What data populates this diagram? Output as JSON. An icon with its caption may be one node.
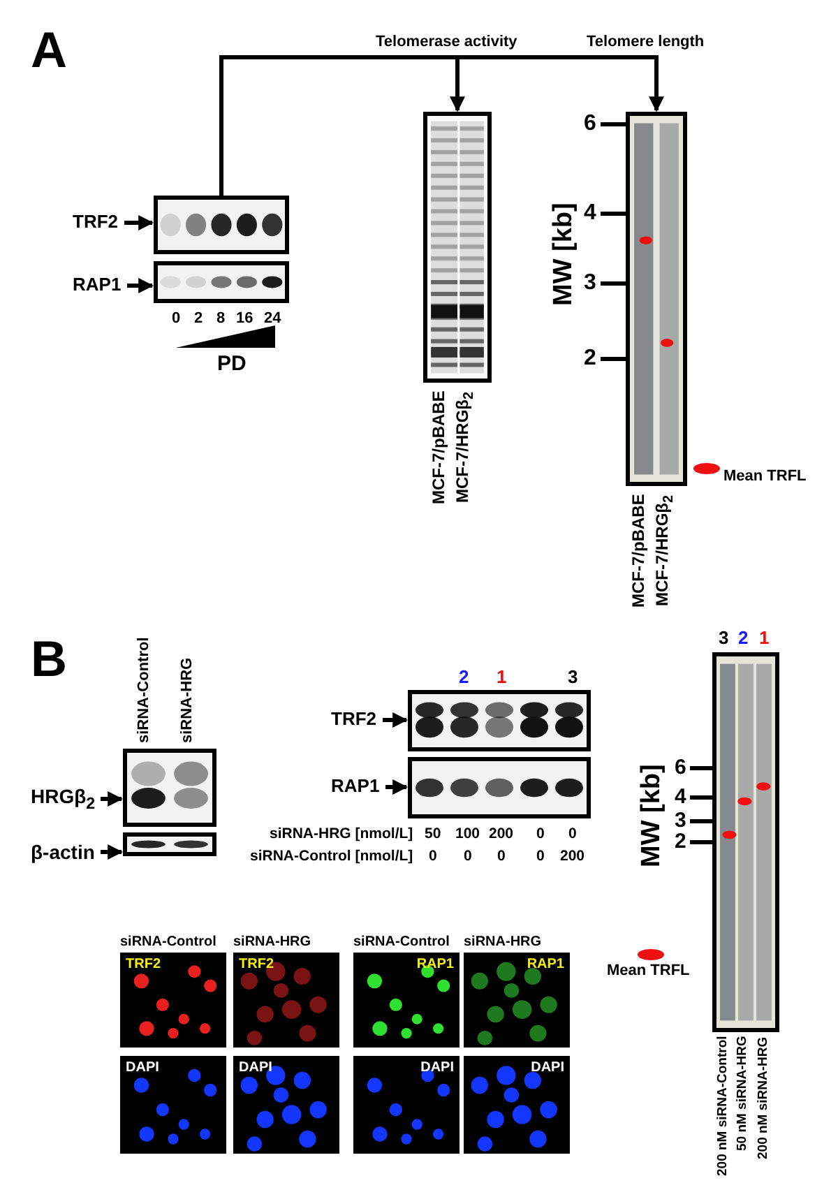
{
  "diagram": {
    "nodes": [
      {
        "text": [],
        "shape": "picture"
      },
      {
        "text": [],
        "shape": "picture",
        "beside": [
          "0",
          "2",
          "8",
          "16",
          "24"
        ]
      },
      {
        "text": [],
        "shape": "picture",
        "beside": [
          "MCF-7/pBABE",
          "MCF-7/HRGβ$_{2}$"
        ]
      },
      {
        "text": [],
        "shape": "picture",
        "beside": [
          "MCF-7/pBABE",
          "MCF-7/HRGβ$_{2}$"
        ]
      },
      {
        "text": [
          "TRF2"
        ]
      },
      {
        "text": [
          "RAP1"
        ]
      },
      {
        "text": [],
        "shape": "picture",
        "beside": [
          "siRNA-Control",
          "siRNA-HRG"
        ]
      },
      {
        "text": [],
        "shape": "picture"
      },
      {
        "text": [
          "HRGβ$_{2}$"
        ]
      },
      {
        "text": [
          "β-actin"
        ]
      },
      {
        "text": [],
        "shape": "picture",
        "beside": [
          "2",
          "1",
          "3"
        ]
      },
      {
        "text": [],
        "shape": "picture"
      },
      {
        "text": [
          "TRF2"
        ]
      },
      {
        "text": [
          "RAP1"
        ]
      },
      {
        "text": [],
        "shape": "picture",
        "beside": [
          "3",
          "2",
          "1",
          "200 nM siRNA-Control",
          "50 nM siRNA-HRG",
          "200 nM siRNA-HRG"
        ]
      },
      {
        "text": [
          "TRF2"
        ]
      },
      {
        "text": [
          "TRF2"
        ]
      },
      {
        "text": [
          "RAP1"
        ]
      },
      {
        "text": [
          "RAP1"
        ]
      },
      {
        "text": [
          "DAPI"
        ]
      },
      {
        "text": [
          "DAPI"
        ]
      },
      {
        "text": [
          "DAPI"
        ]
      },
      {
        "text": [
          "DAPI"
        ]
      }
    ],
    "edges": [
      {
        "from": 0,
        "to": 2,
        "arrow": "to",
        "label": "Telomerase activity"
      },
      {
        "from": 0,
        "to": 3,
        "arrow": "to",
        "label": "Telomere length"
      },
      {
        "from": 4,
        "to": 0,
        "arrow": "to"
      },
      {
        "from": 5,
        "to": 1,
        "arrow": "to"
      },
      {
        "from": 8,
        "to": 6,
        "arrow": "to"
      },
      {
        "from": 9,
        "to": 7,
        "arrow": "to"
      },
      {
        "from": 12,
        "to": 10,
        "arrow": "to"
      },
      {
        "from": 13,
        "to": 11,
        "arrow": "to"
      }
    ],
    "labels": [
      "A",
      "6",
      "4",
      "3",
      "2",
      "MW [kb]",
      "PD",
      "B",
      "siRNA-HRG [nmol/L]",
      "50",
      "100",
      "200",
      "0",
      "0",
      "siRNA-Control [nmol/L]",
      "0",
      "0",
      "0",
      "0",
      "200",
      "6",
      "4",
      "3",
      "2",
      "MW [kb]",
      "siRNA-Control",
      "siRNA-HRG",
      "siRNA-Control",
      "siRNA-HRG"
    ],
    "legend": [
      {
        "text": "Mean TRFL"
      },
      {
        "text": "Mean TRFL"
      }
    ]
  }
}
